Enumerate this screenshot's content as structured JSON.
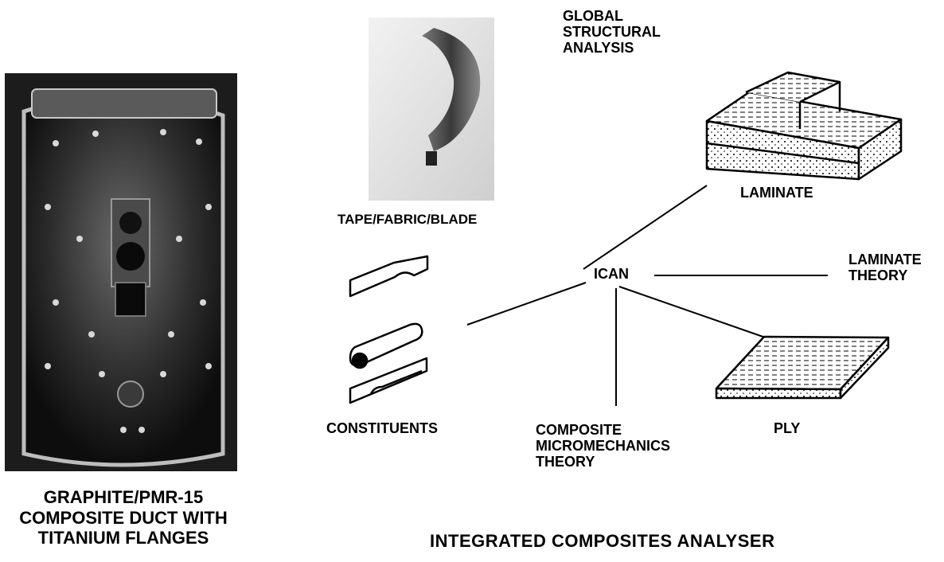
{
  "left_caption": {
    "line1": "GRAPHITE/PMR-15",
    "line2": "COMPOSITE DUCT WITH",
    "line3": "TITANIUM FLANGES"
  },
  "diagram": {
    "global": "GLOBAL\nSTRUCTURAL\nANALYSIS",
    "tape": "TAPE/FABRIC/BLADE",
    "laminate": "LAMINATE",
    "laminate_theory": "LAMINATE\nTHEORY",
    "center": "ICAN",
    "constituents": "CONSTITUENTS",
    "micromechanics": "COMPOSITE\nMICROMECHANICS\nTHEORY",
    "ply": "PLY"
  },
  "bottom_title": "INTEGRATED COMPOSITES ANALYSER",
  "colors": {
    "ink": "#000000",
    "photo_bg": "#1c1c1c"
  }
}
